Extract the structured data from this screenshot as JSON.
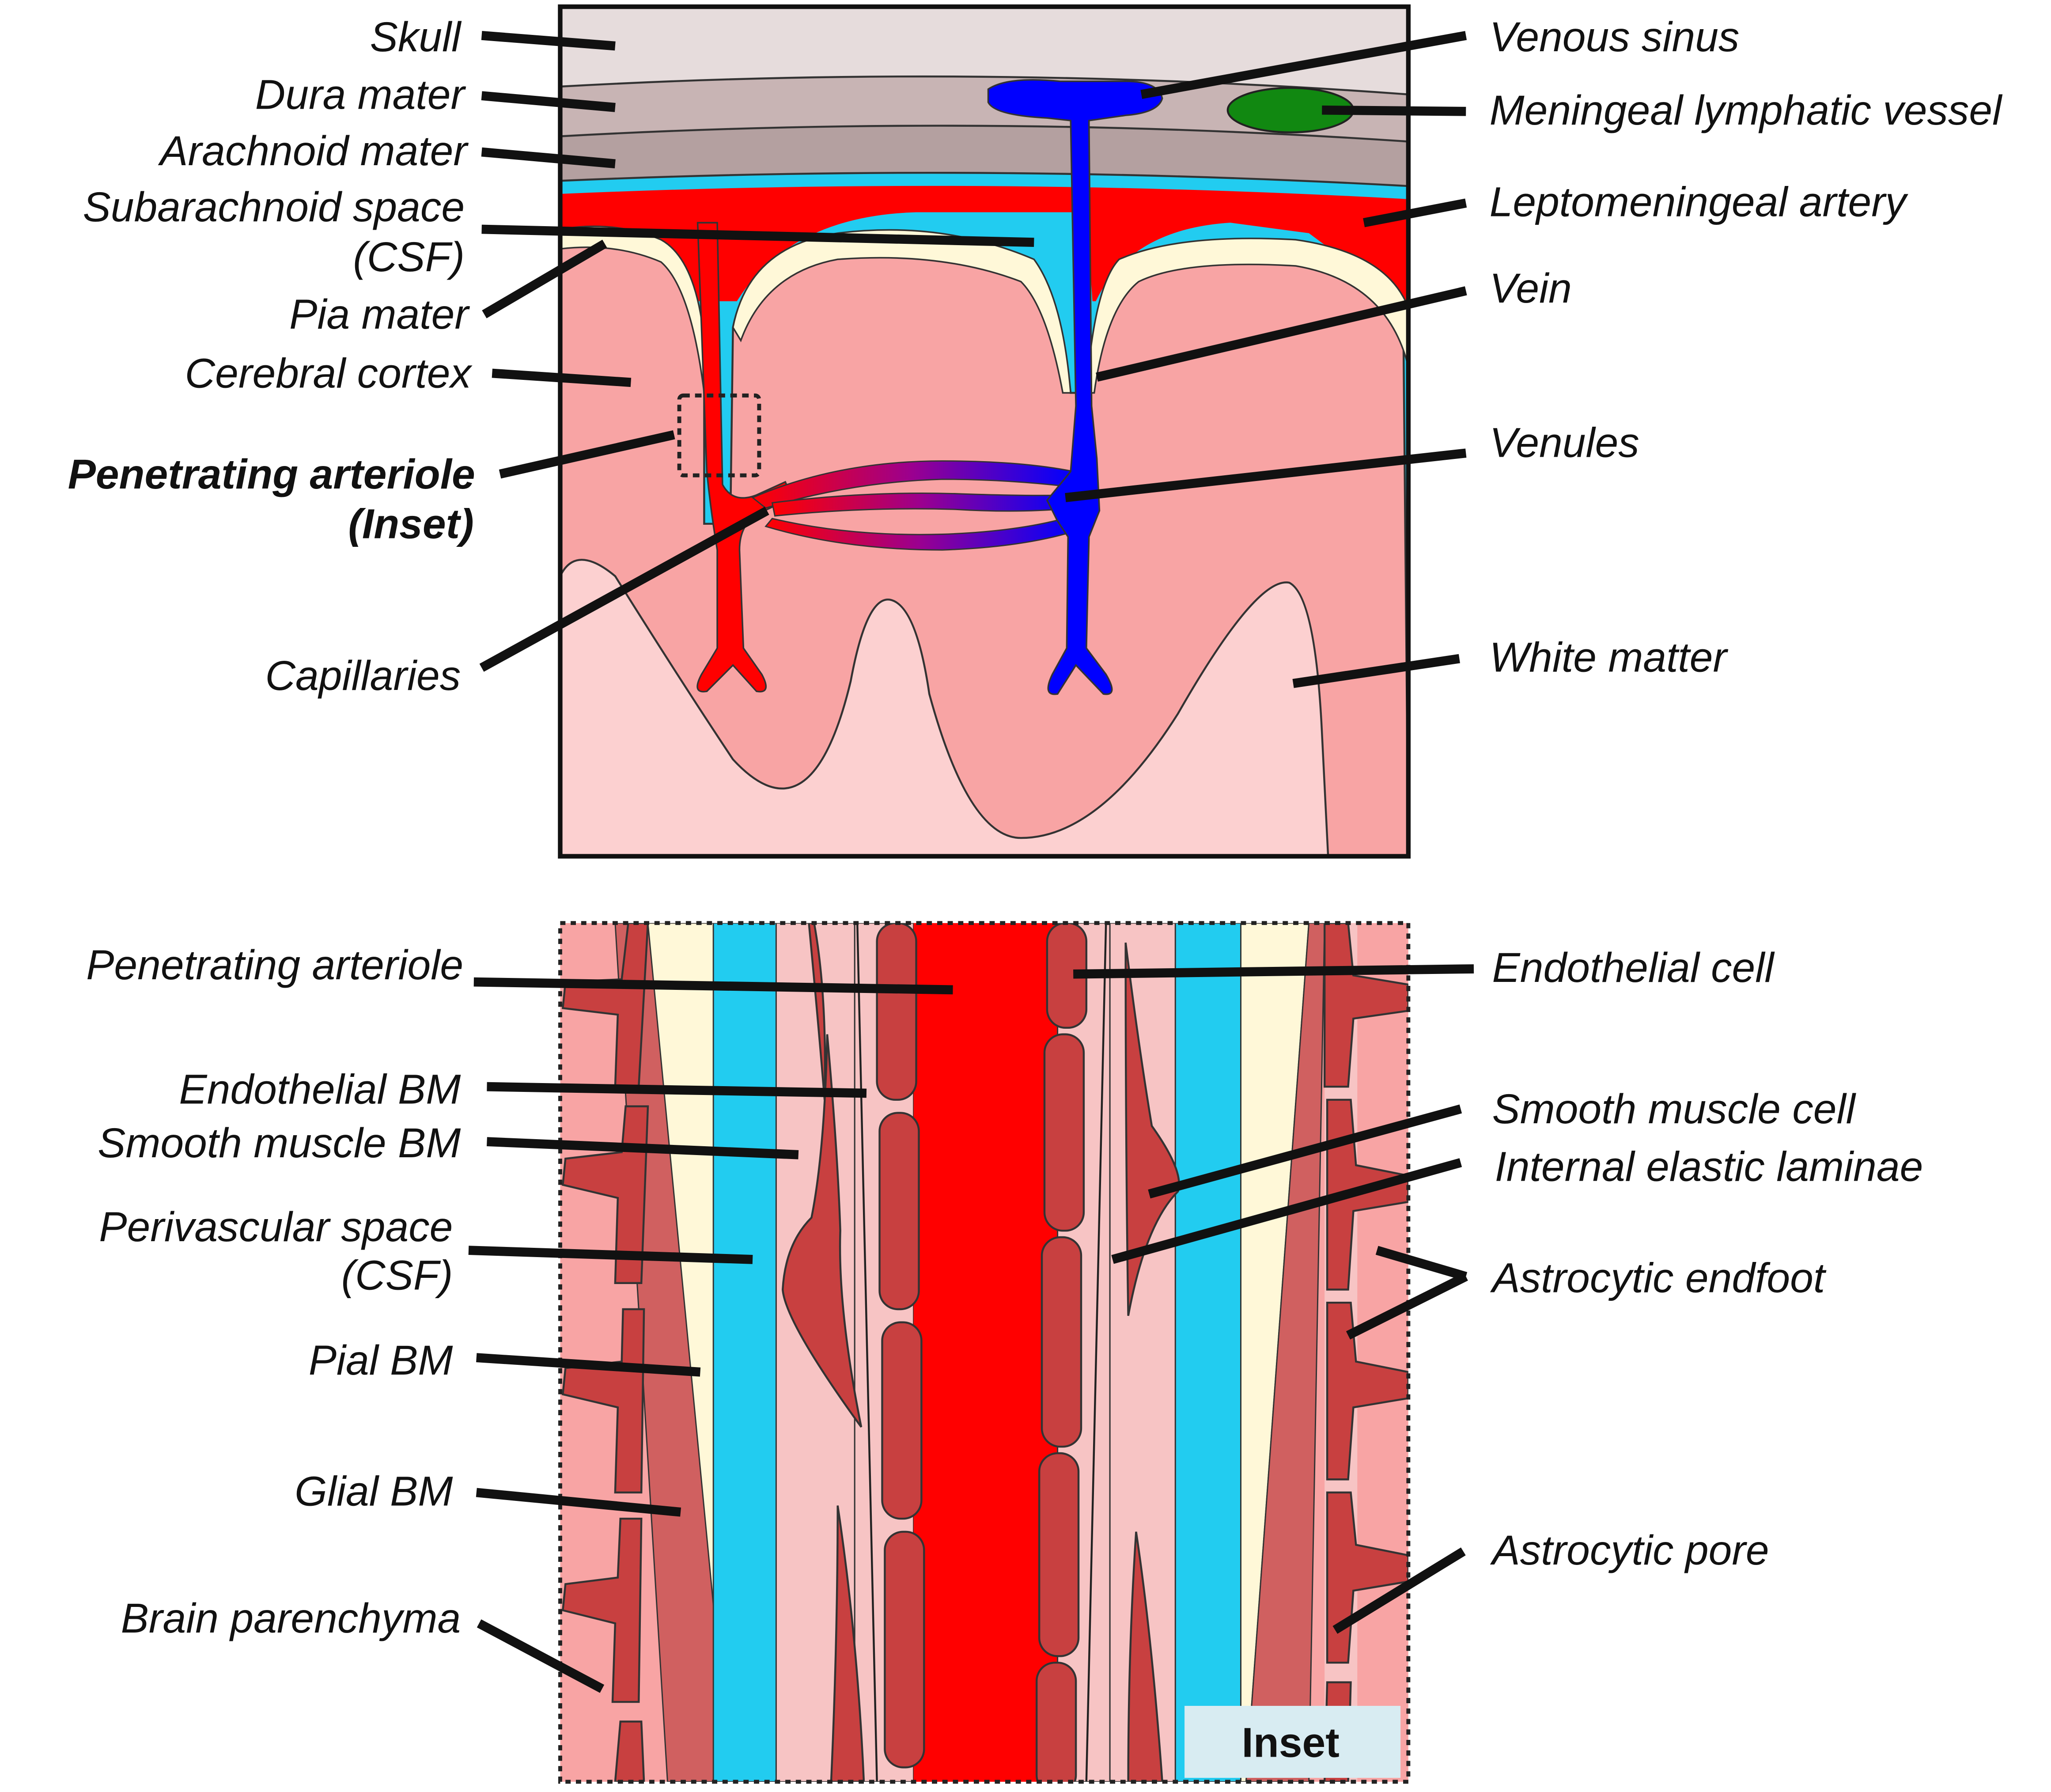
{
  "colors": {
    "skull": "#e6dcdc",
    "dura": "#c8b4b4",
    "arachnoid": "#b4a0a0",
    "csf": "#22ccf0",
    "artery": "#ff0000",
    "vein": "#0000ff",
    "lymphatic": "#118811",
    "pia": "#fff8d8",
    "cortex": "#f8a4a4",
    "white_matter": "#fcd0d0",
    "cell": "#c84040",
    "pink_layer": "#f7c4c4",
    "dark_band": "#d06060"
  },
  "top_panel": {
    "left_labels": {
      "skull": "Skull",
      "dura_mater": "Dura mater",
      "arachnoid_mater": "Arachnoid mater",
      "subarachnoid_line1": "Subarachnoid space",
      "subarachnoid_line2": "(CSF)",
      "pia_mater": "Pia mater",
      "cerebral_cortex": "Cerebral cortex",
      "penetrating_line1": "Penetrating arteriole",
      "penetrating_line2": "(Inset)",
      "capillaries": "Capillaries"
    },
    "right_labels": {
      "venous_sinus": "Venous sinus",
      "meningeal_lymphatic": "Meningeal lymphatic vessel",
      "leptomeningeal_artery": "Leptomeningeal artery",
      "vein": "Vein",
      "venules": "Venules",
      "white_matter": "White matter"
    }
  },
  "bottom_panel": {
    "left_labels": {
      "penetrating_arteriole": "Penetrating arteriole",
      "endothelial_bm": "Endothelial BM",
      "smooth_muscle_bm": "Smooth muscle BM",
      "perivascular_line1": "Perivascular space",
      "perivascular_line2": "(CSF)",
      "pial_bm": "Pial BM",
      "glial_bm": "Glial BM",
      "brain_parenchyma": "Brain parenchyma"
    },
    "right_labels": {
      "endothelial_cell": "Endothelial cell",
      "smooth_muscle_cell": "Smooth muscle cell",
      "internal_elastic_laminae": "Internal elastic laminae",
      "astrocytic_endfoot": "Astrocytic endfoot",
      "astrocytic_pore": "Astrocytic pore"
    },
    "inset_tag": "Inset"
  }
}
